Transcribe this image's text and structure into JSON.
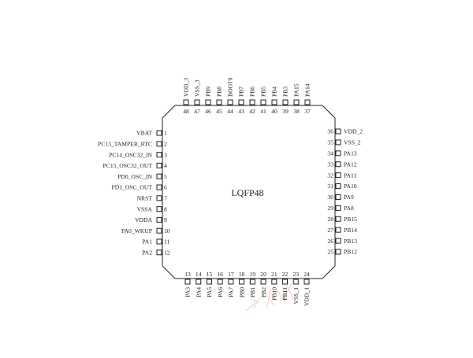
{
  "chip": {
    "package_label": "LQFP48",
    "colors": {
      "line": "#222222",
      "text": "#222222",
      "background": "#ffffff",
      "watermark": "#e8a090"
    }
  },
  "pins": {
    "left": [
      {
        "num": "1",
        "name": "VBAT"
      },
      {
        "num": "2",
        "name": "PC13_TAMPER_RTC"
      },
      {
        "num": "3",
        "name": "PC14_OSC32_IN"
      },
      {
        "num": "4",
        "name": "PC15_OSC32_OUT"
      },
      {
        "num": "5",
        "name": "PD0_OSC_IN"
      },
      {
        "num": "6",
        "name": "PD1_OSC_OUT"
      },
      {
        "num": "7",
        "name": "NRST"
      },
      {
        "num": "8",
        "name": "VSSA"
      },
      {
        "num": "9",
        "name": "VDDA"
      },
      {
        "num": "10",
        "name": "PA0_WKUP"
      },
      {
        "num": "11",
        "name": "PA1"
      },
      {
        "num": "12",
        "name": "PA2"
      }
    ],
    "bottom": [
      {
        "num": "13",
        "name": "PA3"
      },
      {
        "num": "14",
        "name": "PA4"
      },
      {
        "num": "15",
        "name": "PA5"
      },
      {
        "num": "16",
        "name": "PA6"
      },
      {
        "num": "17",
        "name": "PA7"
      },
      {
        "num": "18",
        "name": "PB0"
      },
      {
        "num": "19",
        "name": "PB1"
      },
      {
        "num": "20",
        "name": "PB2"
      },
      {
        "num": "21",
        "name": "PB10"
      },
      {
        "num": "22",
        "name": "PB11"
      },
      {
        "num": "23",
        "name": "VSS_1"
      },
      {
        "num": "24",
        "name": "VDD_1"
      }
    ],
    "right": [
      {
        "num": "25",
        "name": "PB12"
      },
      {
        "num": "26",
        "name": "PB13"
      },
      {
        "num": "27",
        "name": "PB14"
      },
      {
        "num": "28",
        "name": "PB15"
      },
      {
        "num": "29",
        "name": "PA8"
      },
      {
        "num": "30",
        "name": "PA9"
      },
      {
        "num": "31",
        "name": "PA10"
      },
      {
        "num": "32",
        "name": "PA11"
      },
      {
        "num": "33",
        "name": "PA12"
      },
      {
        "num": "34",
        "name": "PA13"
      },
      {
        "num": "35",
        "name": "VSS_2"
      },
      {
        "num": "36",
        "name": "VDD_2"
      }
    ],
    "top": [
      {
        "num": "37",
        "name": "PA14"
      },
      {
        "num": "38",
        "name": "PA15"
      },
      {
        "num": "39",
        "name": "PB3"
      },
      {
        "num": "40",
        "name": "PB4"
      },
      {
        "num": "41",
        "name": "PB5"
      },
      {
        "num": "42",
        "name": "PB6"
      },
      {
        "num": "43",
        "name": "PB7"
      },
      {
        "num": "44",
        "name": "BOOT0"
      },
      {
        "num": "45",
        "name": "PB8"
      },
      {
        "num": "46",
        "name": "PB9"
      },
      {
        "num": "47",
        "name": "VSS_3"
      },
      {
        "num": "48",
        "name": "VDD_3"
      }
    ]
  }
}
